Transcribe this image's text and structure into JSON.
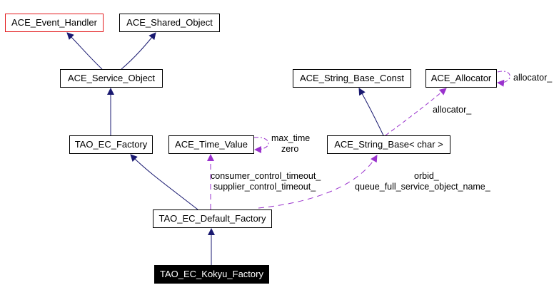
{
  "diagram": {
    "nodes": {
      "event_handler": "ACE_Event_Handler",
      "shared_object": "ACE_Shared_Object",
      "service_object": "ACE_Service_Object",
      "string_base_const": "ACE_String_Base_Const",
      "allocator": "ACE_Allocator",
      "ec_factory": "TAO_EC_Factory",
      "time_value": "ACE_Time_Value",
      "string_base": "ACE_String_Base< char >",
      "default_factory": "TAO_EC_Default_Factory",
      "kokyu_factory": "TAO_EC_Kokyu_Factory"
    },
    "edge_labels": {
      "allocator_self": "allocator_",
      "allocator_string": "allocator_",
      "time_self_1": "max_time",
      "time_self_2": "zero",
      "timeout_1": "consumer_control_timeout_",
      "timeout_2": "supplier_control_timeout_",
      "string_1": "orbid_",
      "string_2": "queue_full_service_object_name_"
    },
    "colors": {
      "inheritance": "#191970",
      "usage": "#9a32cd",
      "highlight_border": "#e31a1c"
    }
  }
}
